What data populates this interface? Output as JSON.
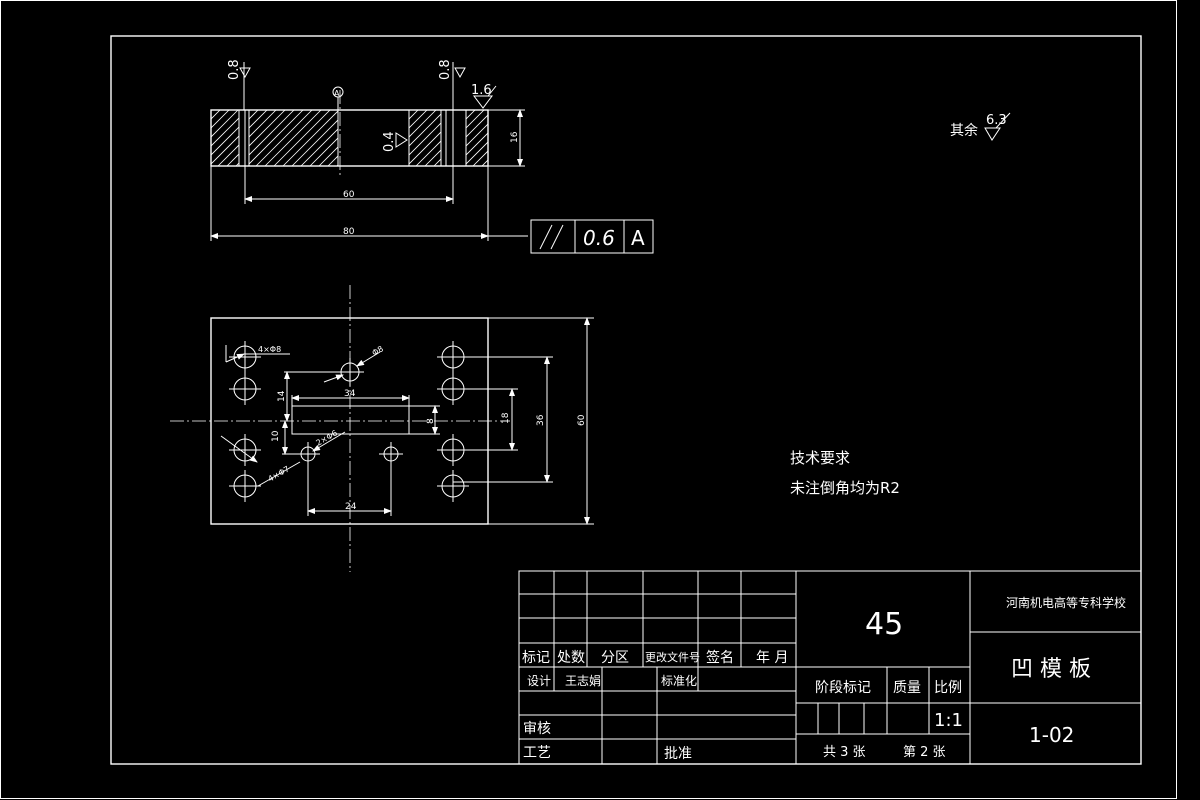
{
  "section_view": {
    "roughness_left": "0.8",
    "roughness_mid": "0.8",
    "roughness_right": "1.6",
    "roughness_inner": "0.4",
    "datum_label": "A",
    "dim_inner_width": "60",
    "dim_total_width": "80",
    "dim_thickness": "16"
  },
  "tolerance_frame": {
    "symbol": "//",
    "value": "0.6",
    "datum": "A"
  },
  "other_roughness": {
    "label": "其余",
    "value": "6.3"
  },
  "plan_view": {
    "hole_pattern_label": "4×Φ8",
    "center_hole_label": "Φ8",
    "small_hole_label": "2×Φ6",
    "lower_hole_label": "4×Φ7",
    "dim_slot_length": "34",
    "dim_14": "14",
    "dim_10": "10",
    "dim_slot_width": "8",
    "dim_24": "24",
    "dim_18": "18",
    "dim_36": "36",
    "dim_60": "60"
  },
  "tech_requirements": {
    "title": "技术要求",
    "line1": "未注倒角均为R2"
  },
  "title_block": {
    "material": "45",
    "school": "河南机电高等专科学校",
    "part_name": "凹 模 板",
    "drawing_no": "1-02",
    "scale": "1:1",
    "sheets_total": "共 3 张",
    "sheet_no": "第 2 张",
    "col_mark": "标记",
    "col_count": "处数",
    "col_zone": "分区",
    "col_doc": "更改文件号",
    "col_sign": "签名",
    "col_date": "年 月",
    "design": "设计",
    "designer": "王志娟",
    "standard": "标准化",
    "review": "审核",
    "process": "工艺",
    "approve": "批准",
    "stage_mark": "阶段标记",
    "mass": "质量",
    "ratio": "比例"
  }
}
